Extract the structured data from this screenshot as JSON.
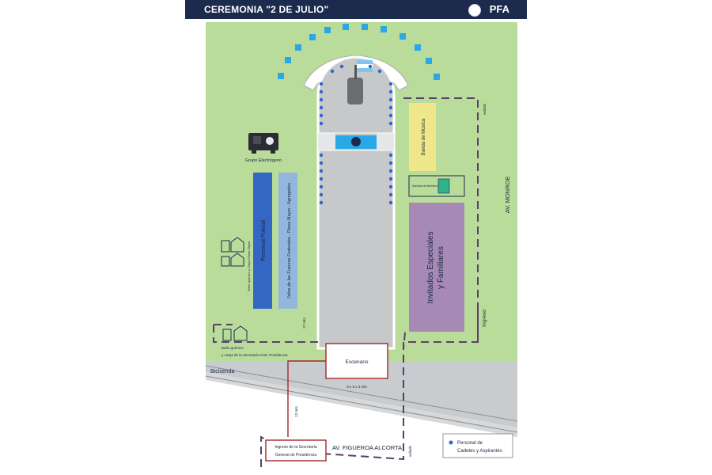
{
  "header": {
    "title": "CEREMONIA \"2 DE JULIO\"",
    "logo_text": "PFA"
  },
  "map": {
    "grupo_electrogeno": "Grupo Electrógeno",
    "personal_policial": "Personal Policial",
    "jefes_fuerzas": "Jefes de las Fuerzas Federales - Plana Mayor - Agregados",
    "banda_musica": "Banda de Música",
    "invitados": "Invitados Especiales y Familiares",
    "invitados_line1": "Invitados Especiales",
    "invitados_line2": "y Familiares",
    "sanidad": "Sanidad de Bomberos",
    "bano_plana": "Baño químico y Carpa Plana Mayor",
    "bano_secretaria_1": "Baño químico",
    "bano_secretaria_2": "y carpa de la Secretaría Gral. Presidencia",
    "escenario": "Escenario",
    "escenario_medidas": "9 x 5 x 3 mts",
    "bicisenda": "Bicisenda",
    "av_monroe": "AV. MONROE",
    "av_figueroa": "AV. FIGUEROA ALCORTA",
    "ingreso": "Ingreso",
    "ingreso_secretaria_1": "Ingreso de la Secretaría",
    "ingreso_secretaria_2": "General de Presidencia",
    "vallado": "vallado",
    "medida_27": "27 mts",
    "medida_12": "12 mts",
    "legend_personal_1": "Personal de",
    "legend_personal_2": "Cadetes y Aspirantes"
  },
  "colors": {
    "header_bg": "#1c2b4d",
    "grass": "#b9dc9a",
    "parade_road": "#c6c8ca",
    "cadet_dots": "#2e66c8",
    "personal_policial_block": "#3466c3",
    "jefes_block": "#93b6dc",
    "banda_block": "#efe78a",
    "invitados_block": "#a68ab5",
    "arc_blocks": "#2aa7e6",
    "fence_dashed": "#5a3f6a",
    "secretaria_route": "#a5262c"
  }
}
